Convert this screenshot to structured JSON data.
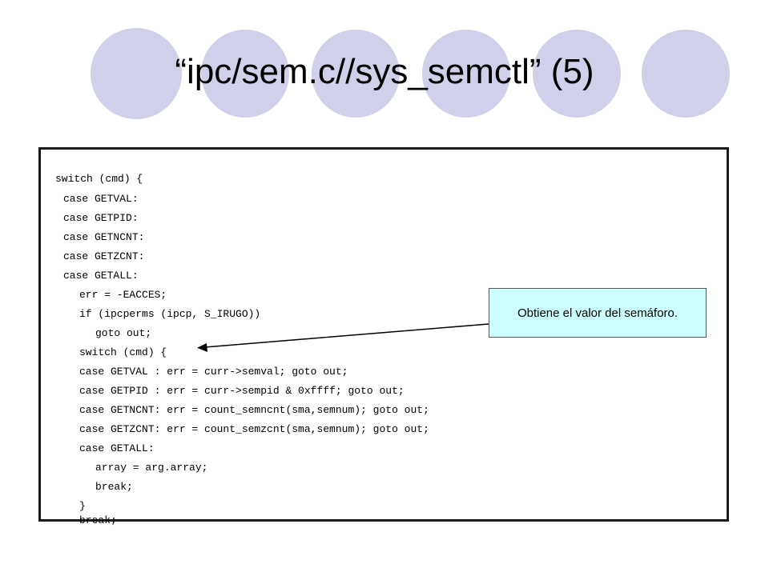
{
  "slide": {
    "title": "“ipc/sem.c//sys_semctl” (5)",
    "colors": {
      "circle_fill": "#d0d0ea",
      "circle_outline": "#ffffff",
      "callout_fill": "#ccffff",
      "border": "#1a1a1a"
    }
  },
  "code": {
    "lines": [
      "switch (cmd) {",
      "case GETVAL:",
      "case GETPID:",
      "case GETNCNT:",
      "case GETZCNT:",
      "case GETALL:",
      "err = -EACCES;",
      "if (ipcperms (ipcp, S_IRUGO))",
      "goto out;",
      "switch (cmd) {",
      "case GETVAL : err = curr->semval; goto out;",
      "case GETPID : err = curr->sempid & 0xffff; goto out;",
      "case GETNCNT: err = count_semncnt(sma,semnum); goto out;",
      "case GETZCNT: err = count_semzcnt(sma,semnum); goto out;",
      "case GETALL:",
      "array = arg.array;",
      "break;",
      "}",
      "break;"
    ]
  },
  "callout": {
    "text": "Obtiene el valor del semáforo."
  }
}
